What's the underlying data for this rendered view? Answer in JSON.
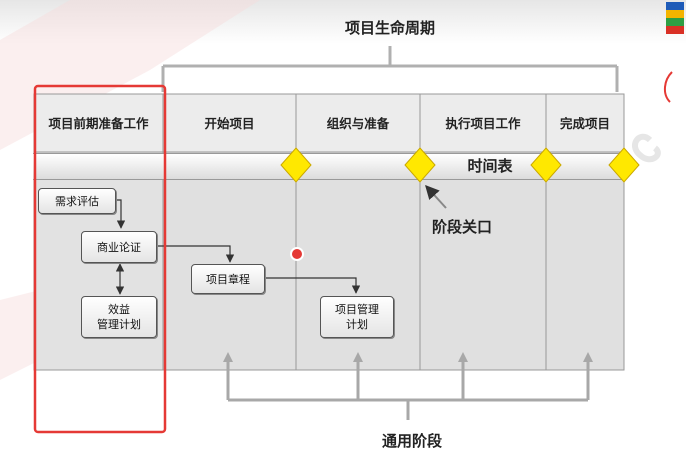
{
  "title": "项目生命周期",
  "columns": [
    {
      "label": "项目前期准备工作"
    },
    {
      "label": "开始项目"
    },
    {
      "label": "组织与准备"
    },
    {
      "label": "执行项目工作"
    },
    {
      "label": "完成项目"
    }
  ],
  "timeline_label": "时间表",
  "gate_label": "阶段关口",
  "bottom_label": "通用阶段",
  "boxes": {
    "needs": "需求评估",
    "business_case": "商业论证",
    "benefits_line1": "效益",
    "benefits_line2": "管理计划",
    "charter": "项目章程",
    "pm_plan_line1": "项目管理",
    "pm_plan_line2": "计划"
  },
  "colors": {
    "gate": "#ffe800",
    "highlight": "#e53935",
    "column_fill": "#e0e0e0",
    "bracket": "#b0b0b0"
  },
  "icons": {
    "logo": "color-stripes-logo"
  }
}
